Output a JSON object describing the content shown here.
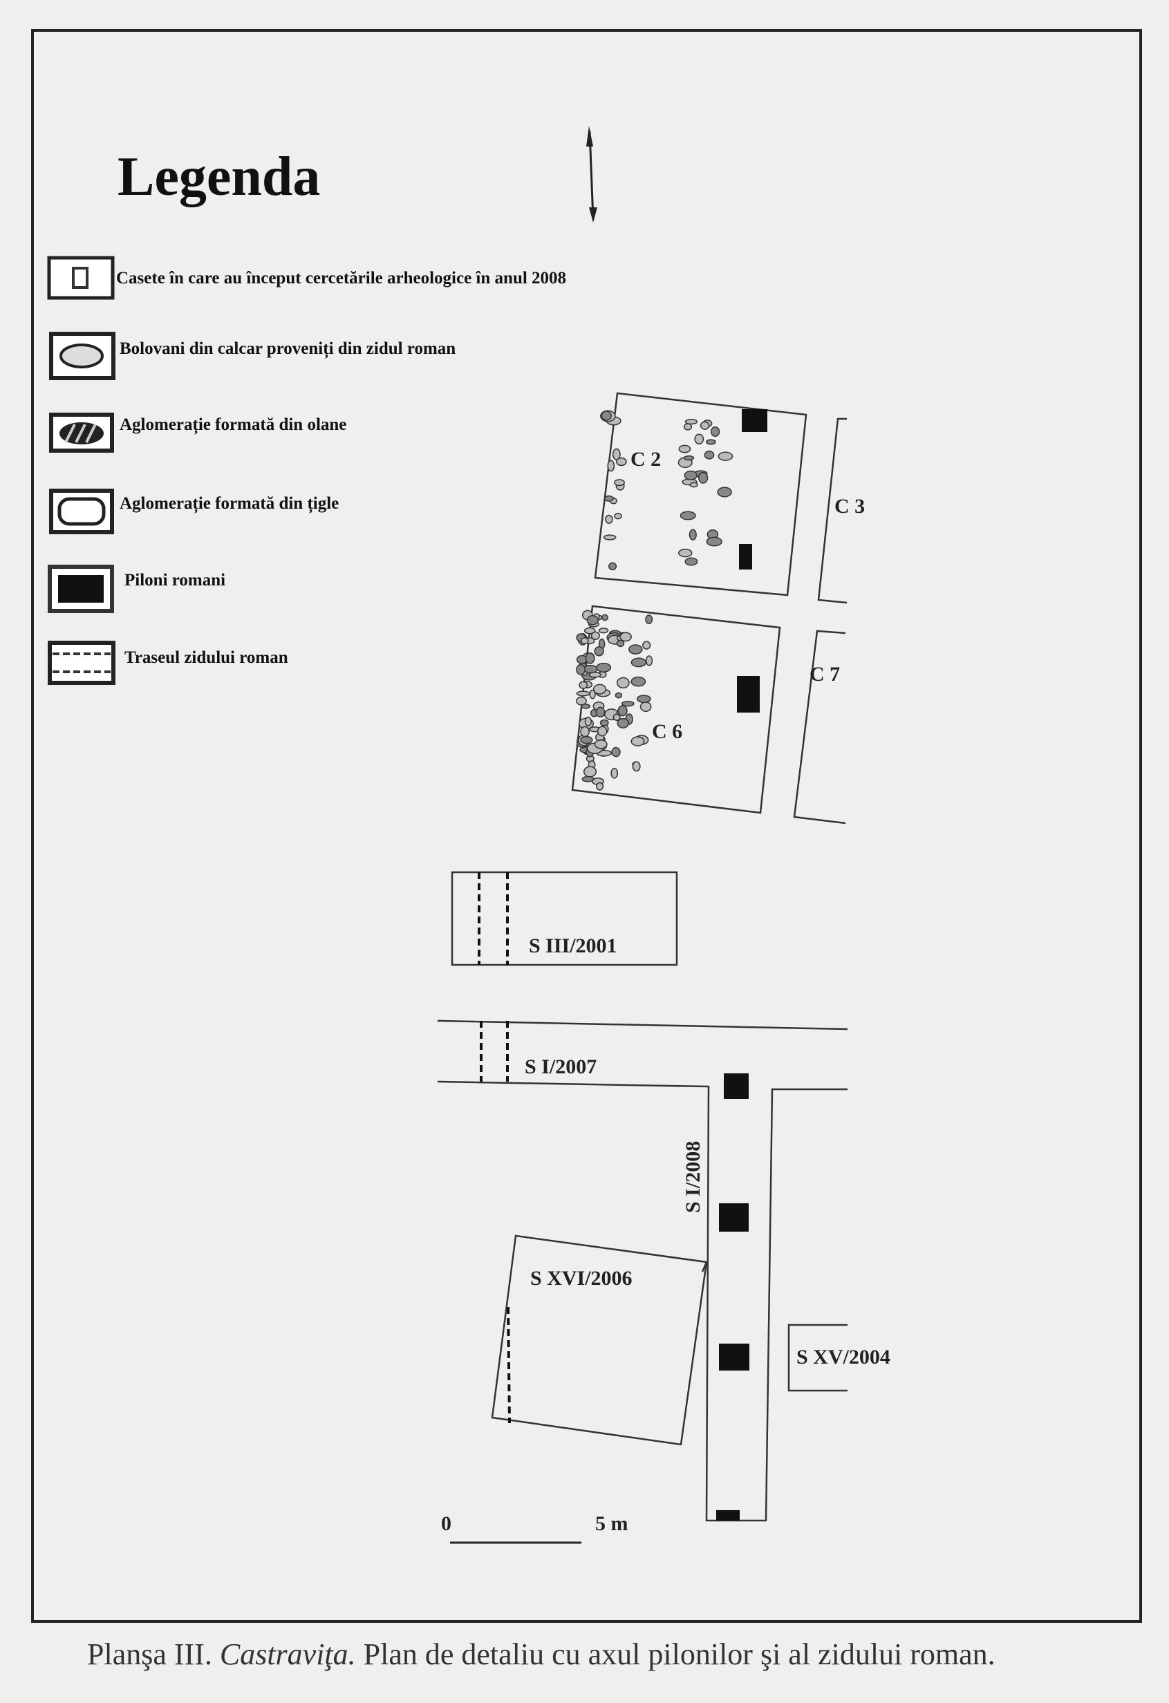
{
  "legend": {
    "title": "Legenda",
    "items": [
      {
        "icon": "excavation-box-icon",
        "label": "Casete în care au început cercetările arheologice în anul 2008"
      },
      {
        "icon": "limestone-boulders-icon",
        "label": "Bolovani din calcar proveniți din zidul roman"
      },
      {
        "icon": "pottery-cluster-icon",
        "label": "Aglomerație formată din olane"
      },
      {
        "icon": "tile-cluster-icon",
        "label": "Aglomerație formată din țigle"
      },
      {
        "icon": "pillar-icon",
        "label": "Piloni romani"
      },
      {
        "icon": "wall-route-icon",
        "label": "Traseul zidului roman"
      }
    ]
  },
  "plan": {
    "labels": {
      "c2": "C 2",
      "c3": "C 3",
      "c6": "C 6",
      "c7": "C 7",
      "s3_2001": "S III/2001",
      "s1_2007": "S I/2007",
      "s1_2008": "S I/2008",
      "s16_2006": "S XVI/2006",
      "s15_2004": "S XV/2004"
    },
    "scale": {
      "start": "0",
      "end": "5 m"
    }
  },
  "caption": {
    "prefix": "Planşa III. ",
    "site": "Castraviţa.",
    "text": " Plan de detaliu cu axul pilonilor şi al zidului roman."
  }
}
